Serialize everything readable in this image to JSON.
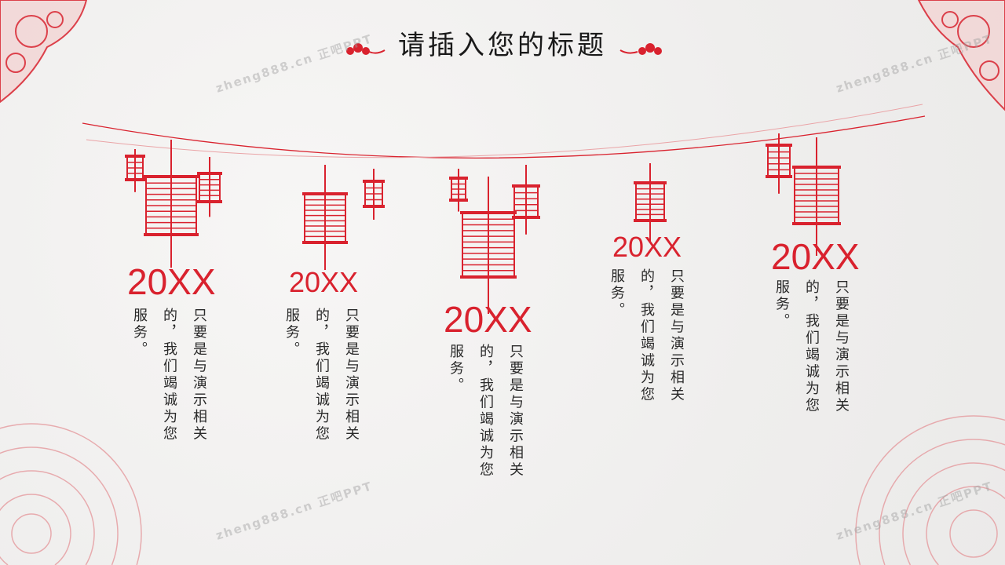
{
  "title": "请插入您的标题",
  "watermark": "zheng888.cn 正吧PPT",
  "accent_color": "#d9222e",
  "items": [
    {
      "year": "20XX",
      "text": "只要是与演示相关的，我们竭诚为您服务。"
    },
    {
      "year": "20XX",
      "text": "只要是与演示相关的，我们竭诚为您服务。"
    },
    {
      "year": "20XX",
      "text": "只要是与演示相关的，我们竭诚为您服务。"
    },
    {
      "year": "20XX",
      "text": "只要是与演示相关的，我们竭诚为您服务。"
    },
    {
      "year": "20XX",
      "text": "只要是与演示相关的，我们竭诚为您服务。"
    }
  ]
}
